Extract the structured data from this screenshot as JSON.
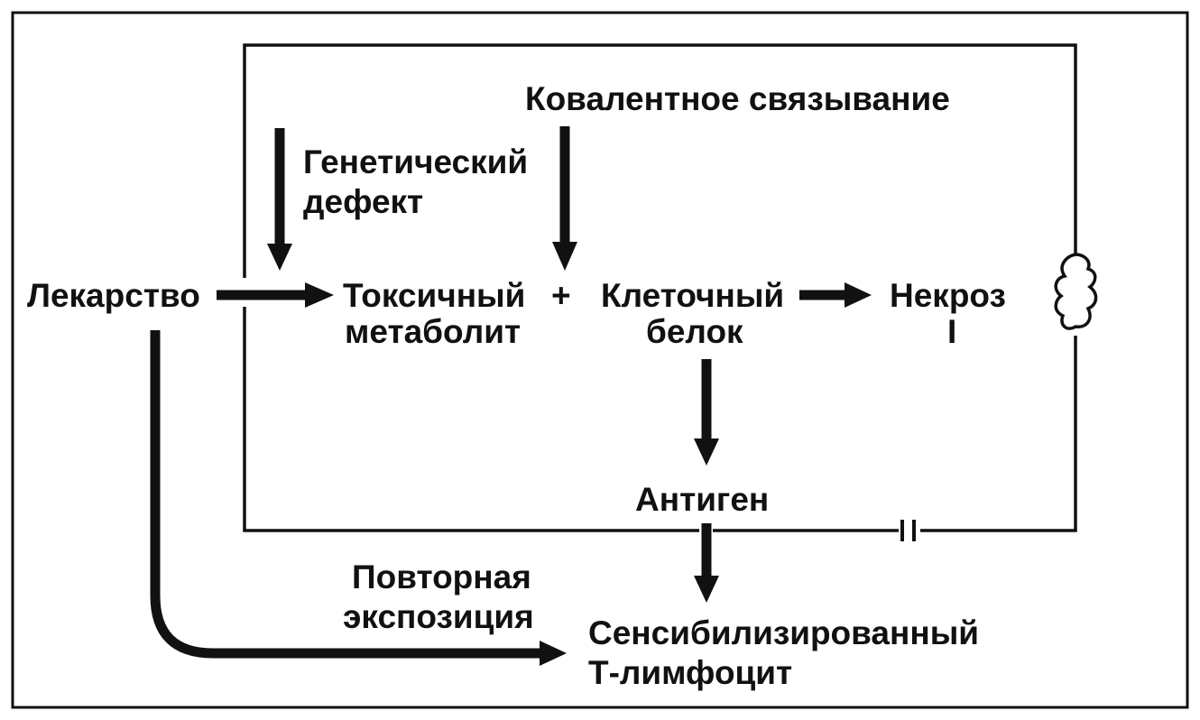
{
  "diagram": {
    "labels": {
      "drug": "Лекарство",
      "genetic_defect": [
        "Генетический",
        "дефект"
      ],
      "covalent_binding": "Ковалентное связывание",
      "toxic_metabolite": [
        "Токсичный",
        "метаболит"
      ],
      "plus": "+",
      "cell_protein": [
        "Клеточный",
        "белок"
      ],
      "necrosis": [
        "Некроз",
        "I"
      ],
      "antigen": "Антиген",
      "repeated_exposure": [
        "Повторная",
        "экспозиция"
      ],
      "sensitized_lymphocyte": [
        "Сенсибилизированный",
        "Т-лимфоцит"
      ]
    },
    "colors": {
      "ink": "#111111",
      "background": "#ffffff"
    },
    "icons": {
      "necrosis_cell": "wavy-cell-icon",
      "blocked_path": "double-bar-icon"
    }
  }
}
